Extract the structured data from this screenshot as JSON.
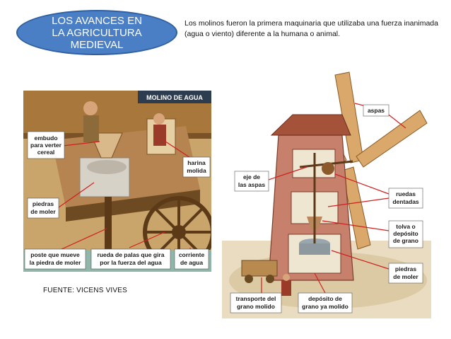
{
  "title": "LOS AVANCES EN LA AGRICULTURA MEDIEVAL",
  "intro_text": "Los molinos fueron la primera maquinaria que utilizaba una fuerza inanimada (agua o viento) diferente a la humana o animal.",
  "water_mill": {
    "heading": "MOLINO DE AGUA",
    "labels": {
      "funnel_line1": "embudo",
      "funnel_line2": "para verter",
      "funnel_line3": "cereal",
      "flour_line1": "harina",
      "flour_line2": "molida",
      "stones_line1": "piedras",
      "stones_line2": "de moler",
      "post_line1": "poste que mueve",
      "post_line2": "la piedra de moler",
      "wheel_line1": "rueda de palas que gira",
      "wheel_line2": "por la fuerza del agua",
      "current_line1": "corriente",
      "current_line2": "de agua"
    }
  },
  "windmill": {
    "labels": {
      "sails": "aspas",
      "axis_line1": "eje de",
      "axis_line2": "las aspas",
      "gears_line1": "ruedas",
      "gears_line2": "dentadas",
      "hopper_line1": "tolva o",
      "hopper_line2": "depósito",
      "hopper_line3": "de grano",
      "stones_line1": "piedras",
      "stones_line2": "de moler",
      "transport_line1": "transporte del",
      "transport_line2": "grano molido",
      "deposit_line1": "depósito de",
      "deposit_line2": "grano ya molido"
    }
  },
  "source": "FUENTE: VICENS VIVES",
  "colors": {
    "oval": "#4a7fc6",
    "label_box": "#ffffff",
    "heading_bg": "#2d3d4f",
    "pointer": "#d11f1f"
  }
}
